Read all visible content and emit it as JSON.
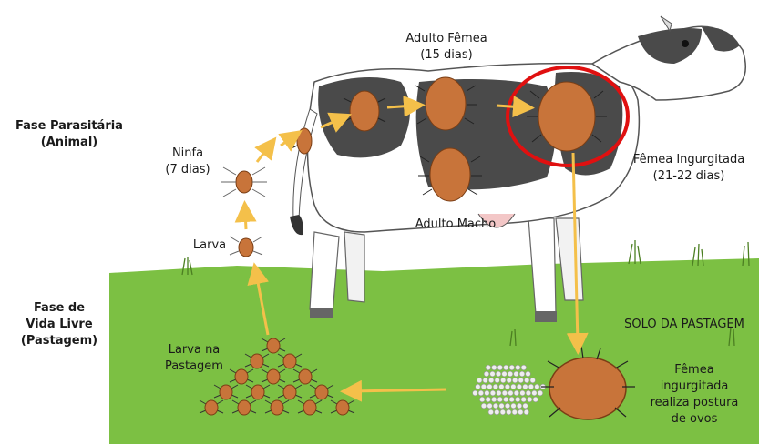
{
  "labels": {
    "fase_parasitaria": "Fase Parasitária",
    "fase_parasitaria_sub": "(Animal)",
    "fase_vida_livre_1": "Fase de",
    "fase_vida_livre_2": "Vida Livre",
    "fase_vida_livre_3": "(Pastagem)",
    "adulto_femea": "Adulto Fêmea",
    "adulto_femea_dias": "(15 dias)",
    "ninfa": "Ninfa",
    "ninfa_dias": "(7 dias)",
    "larva": "Larva",
    "femea_ingurgitada": "Fêmea Ingurgitada",
    "femea_ingurgitada_dias": "(21-22 dias)",
    "adulto_macho": "Adulto Macho",
    "solo_pastagem": "SOLO DA PASTAGEM",
    "larva_pastagem_1": "Larva na",
    "larva_pastagem_2": "Pastagem",
    "postura_1": "Fêmea",
    "postura_2": "ingurgitada",
    "postura_3": "realiza postura",
    "postura_4": "de ovos"
  },
  "colors": {
    "grass": "#7cc043",
    "grass_dark": "#5a9a2a",
    "tick": "#c8743a",
    "tick_outline": "#7a3e15",
    "arrow": "#f4c04a",
    "highlight": "#e01010",
    "cow_dark": "#4a4a4a",
    "egg": "#eeeeee"
  }
}
